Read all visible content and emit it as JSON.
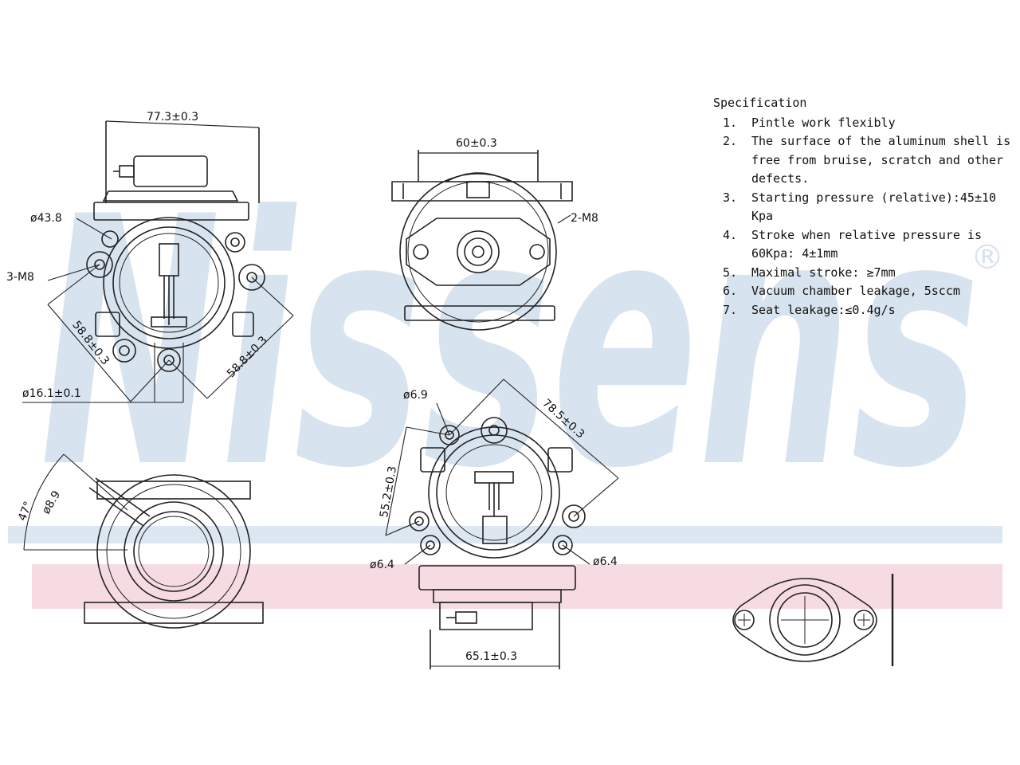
{
  "brand": {
    "watermark": "Nissens",
    "registered_mark": "®",
    "watermark_color": "#d7e3ee",
    "band_blue": "#dce7f1",
    "band_pink": "#f6dbe2"
  },
  "specification": {
    "title": "Specification",
    "items": [
      {
        "num": "1.",
        "text": "Pintle work flexibly"
      },
      {
        "num": "2.",
        "text": "The surface of the aluminum shell is free from bruise, scratch and other defects."
      },
      {
        "num": "3.",
        "text": "Starting pressure (relative):45±10 Kpa"
      },
      {
        "num": "4.",
        "text": "Stroke when relative pressure is 60Kpa: 4±1mm"
      },
      {
        "num": "5.",
        "text": "Maximal stroke: ≥7mm"
      },
      {
        "num": "6.",
        "text": "Vacuum chamber leakage, 5sccm"
      },
      {
        "num": "7.",
        "text": "Seat leakage:≤0.4g/s"
      }
    ]
  },
  "dimensions": {
    "top_left_width": "77.3±0.3",
    "top_left_bore": "ø43.8",
    "top_left_bolts": "3-M8",
    "top_left_diag_a": "58.8±0.3",
    "top_left_diag_b": "58.8±0.3",
    "top_left_pintle": "ø16.1±0.1",
    "top_middle_width": "60±0.3",
    "top_middle_bolts": "2-M8",
    "bottom_left_angle": "47°",
    "bottom_left_hole": "ø8.9",
    "bottom_middle_hole_top": "ø6.9",
    "bottom_middle_diag": "78.5±0.3",
    "bottom_middle_height": "55.2±0.3",
    "bottom_middle_hole_left": "ø6.4",
    "bottom_middle_hole_right": "ø6.4",
    "bottom_middle_width": "65.1±0.3"
  }
}
